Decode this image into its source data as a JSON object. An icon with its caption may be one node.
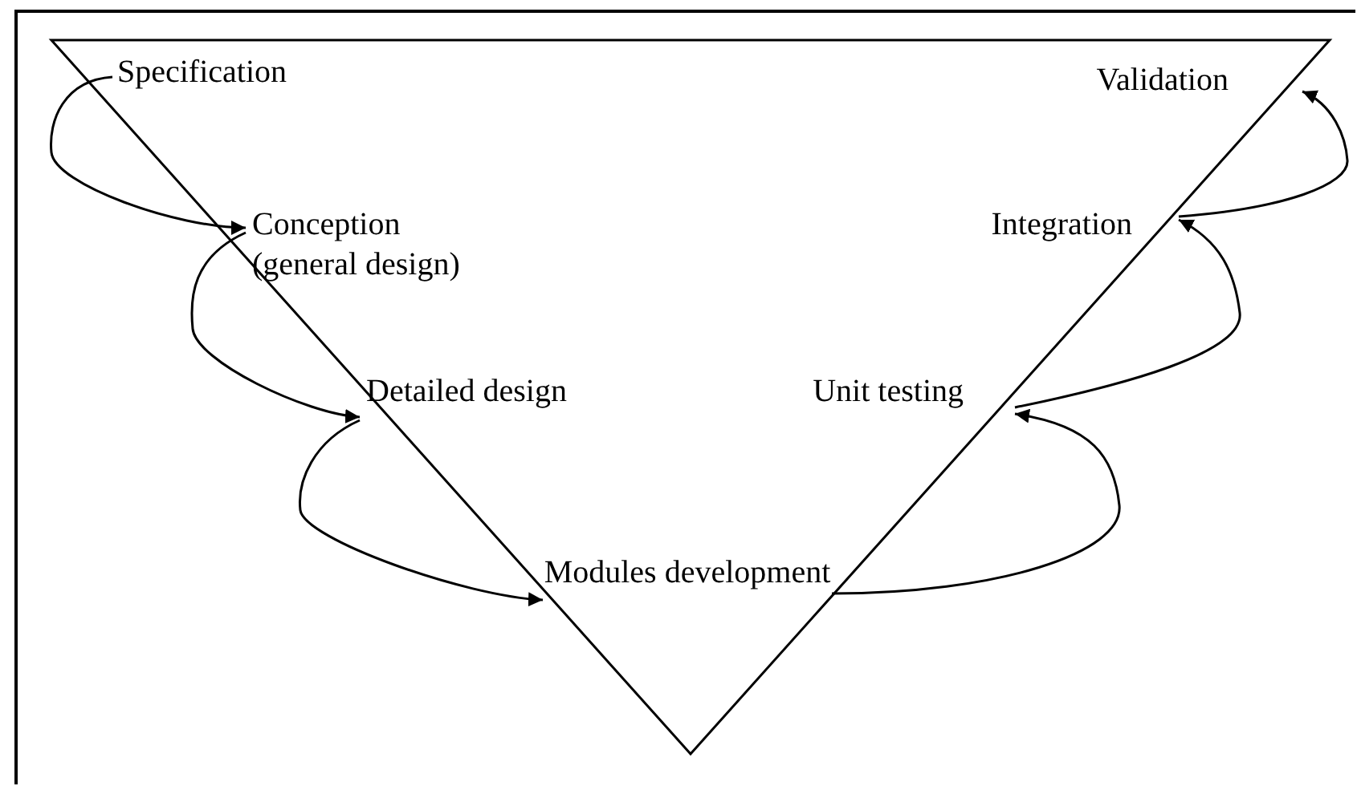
{
  "diagram": {
    "nodes": [
      {
        "text": [
          "Specification"
        ]
      },
      {
        "text": [
          "Conception (general design)"
        ]
      },
      {
        "text": [
          "Detailed design"
        ]
      },
      {
        "text": [
          "Modules development"
        ]
      },
      {
        "text": [
          "Unit testing"
        ]
      },
      {
        "text": [
          "Integration"
        ]
      },
      {
        "text": [
          "Validation"
        ]
      }
    ],
    "edges": [
      {
        "from": 0,
        "to": 1,
        "arrow": "to"
      },
      {
        "from": 1,
        "to": 2,
        "arrow": "to"
      },
      {
        "from": 2,
        "to": 3,
        "arrow": "to"
      },
      {
        "from": 3,
        "to": 4,
        "arrow": "to"
      },
      {
        "from": 4,
        "to": 5,
        "arrow": "to"
      },
      {
        "from": 5,
        "to": 6,
        "arrow": "to"
      }
    ]
  }
}
